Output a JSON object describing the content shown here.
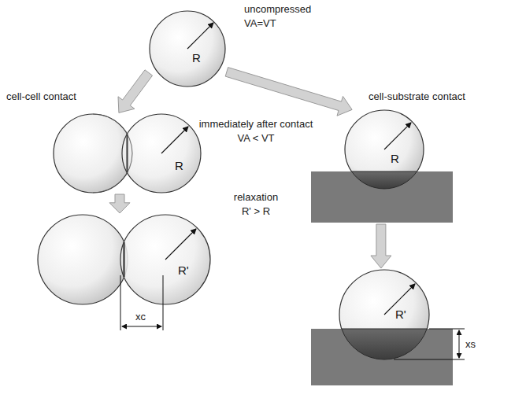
{
  "diagram": {
    "nodes": [
      {
        "text": [
          "R"
        ]
      },
      {
        "text": [
          "R"
        ]
      },
      {
        "text": [
          "R"
        ]
      },
      {
        "text": [
          "R'"
        ]
      },
      {
        "text": [
          "R'"
        ]
      }
    ],
    "edges": [
      {
        "from": 0,
        "to": 1,
        "arrow": "to"
      },
      {
        "from": 0,
        "to": 2,
        "arrow": "to"
      },
      {
        "from": 1,
        "to": 3,
        "arrow": "to"
      },
      {
        "from": 2,
        "to": 4,
        "arrow": "to"
      }
    ],
    "labels": [
      "uncompressed",
      "VA=VT",
      "cell-cell contact",
      "cell-substrate contact",
      "immediately after contact",
      "VA < VT",
      "relaxation",
      "R' > R",
      "xc",
      "xs"
    ]
  }
}
